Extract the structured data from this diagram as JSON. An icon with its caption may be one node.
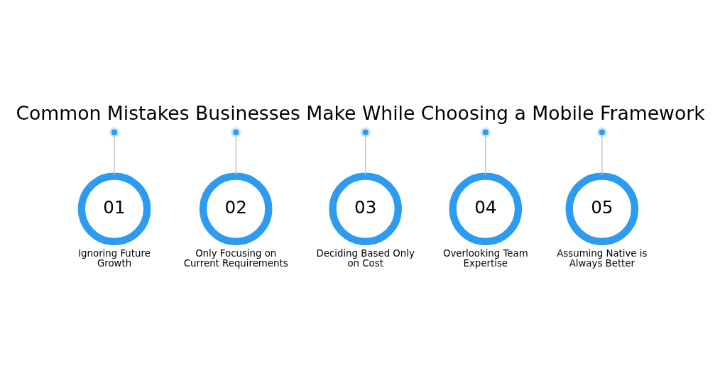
{
  "diagram": {
    "title": "Common Mistakes Businesses Make While Choosing a Mobile Framework",
    "nodes": [
      {
        "text": [],
        "shape": "circle"
      },
      {
        "text": [],
        "shape": "circle"
      },
      {
        "text": [],
        "shape": "circle"
      },
      {
        "text": [],
        "shape": "circle"
      },
      {
        "text": [],
        "shape": "circle"
      },
      {
        "text": [
          "01"
        ],
        "beside": [
          "Ignoring Future Growth"
        ]
      },
      {
        "text": [
          "02"
        ],
        "beside": [
          "Only Focusing on Current Requirements"
        ]
      },
      {
        "text": [
          "03"
        ],
        "beside": [
          "Deciding Based Only on Cost"
        ]
      },
      {
        "text": [
          "04"
        ],
        "beside": [
          "Overlooking Team Expertise"
        ]
      },
      {
        "text": [
          "05"
        ],
        "beside": [
          "Assuming Native is Always Better"
        ]
      }
    ],
    "edges": [
      {
        "from": 0,
        "to": 5,
        "arrow": "none"
      },
      {
        "from": 1,
        "to": 6,
        "arrow": "none"
      },
      {
        "from": 2,
        "to": 7,
        "arrow": "none"
      },
      {
        "from": 3,
        "to": 8,
        "arrow": "none"
      },
      {
        "from": 4,
        "to": 9,
        "arrow": "none"
      }
    ]
  }
}
